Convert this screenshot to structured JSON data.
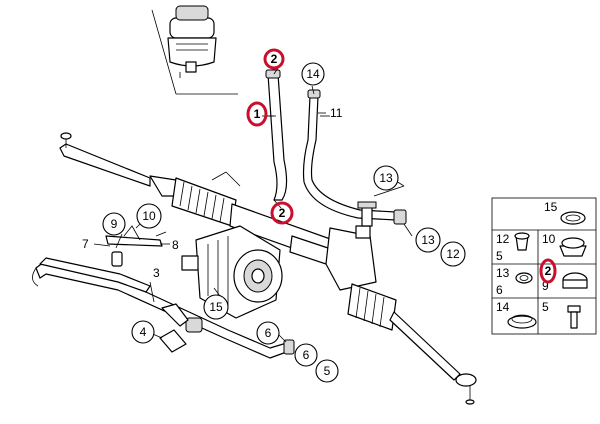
{
  "diagram": {
    "highlight_color": "#c8102e",
    "callouts_circled": {
      "c14": "14",
      "c13a": "13",
      "c13b": "13",
      "c12": "12",
      "c9": "9",
      "c10": "10",
      "c15": "15",
      "c6a": "6",
      "c6b": "6",
      "c5": "5",
      "c4": "4"
    },
    "callouts_highlighted": {
      "h2_top": "2",
      "h1": "1",
      "h2_mid": "2",
      "h2_panel": "2"
    },
    "labels_plain": {
      "p11": "11",
      "p7": "7",
      "p8": "8",
      "p3": "3"
    },
    "panel": {
      "n15": "15",
      "n12": "12",
      "n5": "5",
      "n10": "10",
      "n13": "13",
      "n6": "6",
      "n9": "9",
      "n14": "14",
      "n5b": "5"
    }
  }
}
